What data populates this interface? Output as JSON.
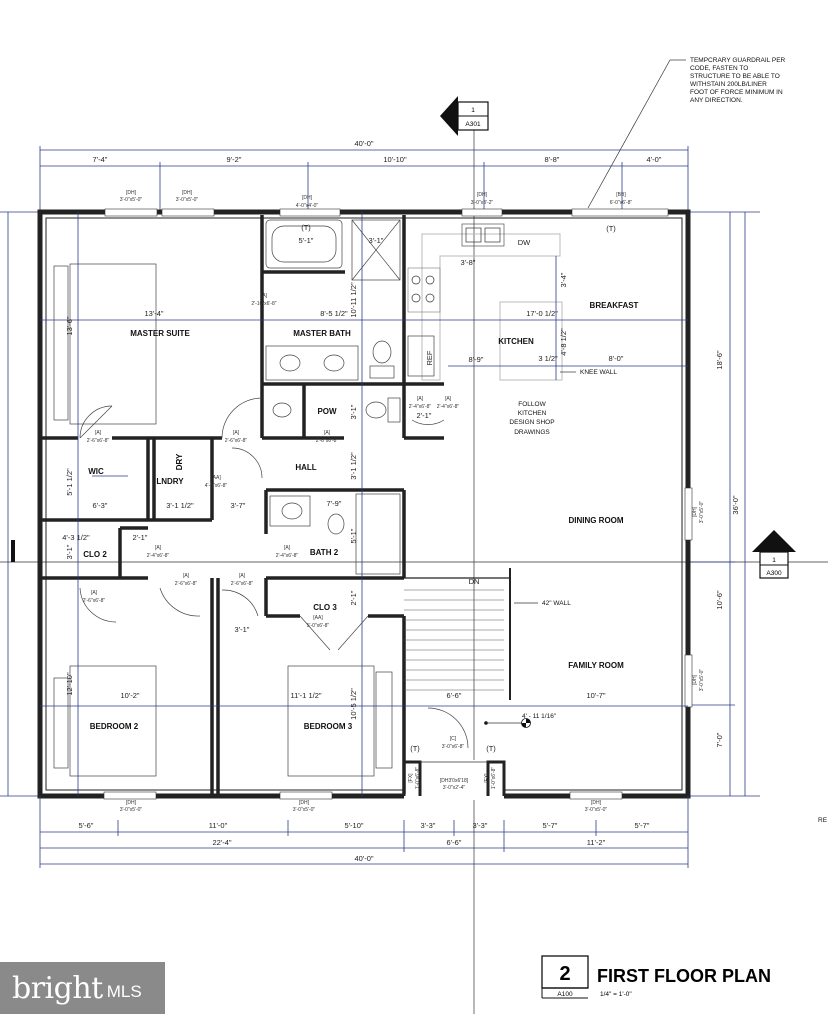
{
  "guardrail_note": [
    "TEMPCRARY GUARDRAIL PER",
    "CODE, FASTEN TO",
    "STRUCTURE TO BE ABLE TO",
    "WITHSTAIN 200LB/LINER",
    "FOOT OF FORCE MINIMUM IN",
    "ANY DIRECTION."
  ],
  "section_markers": {
    "top": {
      "num": "1",
      "sheet": "A301"
    },
    "right": {
      "num": "1",
      "sheet": "A300"
    }
  },
  "top_dims": {
    "overall": "40'-0\"",
    "segments": [
      "7'-4\"",
      "9'-2\"",
      "10'-10\"",
      "8'-8\"",
      "4'-0\""
    ]
  },
  "windows_top": [
    {
      "tag": "[DH]",
      "size": "3'-0\"x5'-0\""
    },
    {
      "tag": "[DH]",
      "size": "3'-0\"x5'-0\""
    },
    {
      "tag": "[DH]",
      "size": "4'-0\"x4'-0\""
    },
    {
      "tag": "[DH]",
      "size": "3'-0\"x3'-2\""
    },
    {
      "tag": "[BB]",
      "size": "6'-0\"x6'-8\""
    }
  ],
  "windows_bottom": [
    {
      "tag": "[DH]",
      "size": "3'-0\"x5'-0\""
    },
    {
      "tag": "[DH]",
      "size": "3'-0\"x5'-0\""
    },
    {
      "tag": "[DH]",
      "size": "3'-0\"x5'-0\""
    }
  ],
  "windows_right": [
    {
      "tag": "[DH]",
      "size": "3'-0\"x5'-0\""
    },
    {
      "tag": "[DH]",
      "size": "3'-0\"x5'-0\""
    }
  ],
  "rooms": {
    "master_suite": "MASTER SUITE",
    "master_bath": "MASTER BATH",
    "kitchen": "KITCHEN",
    "breakfast": "BREAKFAST",
    "pow": "POW",
    "hall": "HALL",
    "wic": "WIC",
    "lndry": "LNDRY",
    "dry": "DRY",
    "clo2": "CLO 2",
    "bath2": "BATH 2",
    "clo3": "CLO 3",
    "dining": "DINING ROOM",
    "family": "FAMILY ROOM",
    "bed2": "BEDROOM 2",
    "bed3": "BEDROOM 3",
    "dw": "DW",
    "ref": "REF",
    "dn": "DN"
  },
  "notes": {
    "follow": [
      "FOLLOW",
      "KITCHEN",
      "DESIGN SHOP",
      "DRAWINGS"
    ],
    "knee_wall": "KNEE WALL",
    "wall42": "42\" WALL",
    "elev": "4' - 11 1/16\"",
    "edge_re": "RE"
  },
  "interior_dims": {
    "ms_w": "13'-4\"",
    "ms_h": "13'-6\"",
    "mb_w": "8'-5 1/2\"",
    "mb_h": "10'-11 1/2\"",
    "tub": "5'-1\"",
    "shower": "3'-1\"",
    "k1": "3'-8\"",
    "k2": "3'-4\"",
    "k3": "17'-0 1/2\"",
    "k4": "4'-8 1/2\"",
    "k5": "8'-9\"",
    "k6": "3 1/2\"",
    "k7": "8'-0\"",
    "pow_h": "3'-1\"",
    "hall_2": "2'-1\"",
    "wic_w": "6'-3\"",
    "wic_h": "5'-1 1/2\"",
    "l_w": "3'-1 1/2\"",
    "l2": "3'-7\"",
    "b2_w": "7'-9\"",
    "hall_h": "3'-1 1/2\"",
    "b2_h": "5'-1\"",
    "clo2_w": "4'-3 1/2\"",
    "clo2_a": "2'-1\"",
    "clo2_h": "3'-1\"",
    "clo3_h": "2'-1\"",
    "clo3_w": "3'-1\"",
    "bed2_w": "10'-2\"",
    "bed2_h": "12'-10\"",
    "bed3_w": "11'-1 1/2\"",
    "bed3_h": "10'-5 1/2\"",
    "stair": "6'-6\"",
    "fam_w": "10'-7\"",
    "right_1": "18'-6\"",
    "right_2": "36'-0\"",
    "right_3": "10'-6\"",
    "right_4": "7'-0\""
  },
  "doors": {
    "d1": {
      "tag": "[A]",
      "size": "2'-10\"x6'-8\""
    },
    "d2": {
      "tag": "[A]",
      "size": "2'-6\"x6'-8\""
    },
    "d3": {
      "tag": "[A]",
      "size": "2'-6\"x6'-8\""
    },
    "d4": {
      "tag": "[A]",
      "size": "2'-6\"x6'-8\""
    },
    "d5": {
      "tag": "[A]",
      "size": "2'-4\"x6'-8\""
    },
    "d6": {
      "tag": "[AA]",
      "size": "4'-8\"x6'-8\""
    },
    "d7": {
      "tag": "[A]",
      "size": "2'-4\"x6'-8\""
    },
    "d8": {
      "tag": "[A]",
      "size": "2'-4\"x6'-8\""
    },
    "d9": {
      "tag": "[A]",
      "size": "2'-6\"x6'-8\""
    },
    "d10": {
      "tag": "[A]",
      "size": "2'-6\"x6'-8\""
    },
    "d11": {
      "tag": "[A]",
      "size": "2'-6\"x6'-8\""
    },
    "d12": {
      "tag": "[AA]",
      "size": "5'-0\"x6'-8\""
    },
    "d13": {
      "tag": "[A]",
      "size": "2'-4\"x6'-8\""
    },
    "d14": {
      "tag": "[C]",
      "size": "3'-0\"x6'-8\""
    },
    "d15": {
      "tag": "[DH3'0x6'18]",
      "size": "3'-0\"x2'-4\""
    },
    "fx1": {
      "tag": "[FX]",
      "size": "1'-0\"x6'-8\""
    },
    "fx2": {
      "tag": "[FX]",
      "size": "1'-0\"x6'-8\""
    }
  },
  "temp_marks": [
    "(T)",
    "(T)",
    "(T)",
    "(T)"
  ],
  "bottom_dims": {
    "row1": [
      "5'-6\"",
      "11'-0\"",
      "5'-10\"",
      "3'-3\"",
      "3'-3\"",
      "5'-7\"",
      "5'-7\""
    ],
    "row2": [
      "22'-4\"",
      "6'-6\"",
      "11'-2\""
    ],
    "overall": "40'-0\""
  },
  "title_block": {
    "num": "2",
    "sheet": "A100",
    "title": "FIRST FLOOR PLAN",
    "scale": "1/4\" = 1'-0\""
  },
  "brand": {
    "name": "bright",
    "suffix": "MLS"
  }
}
